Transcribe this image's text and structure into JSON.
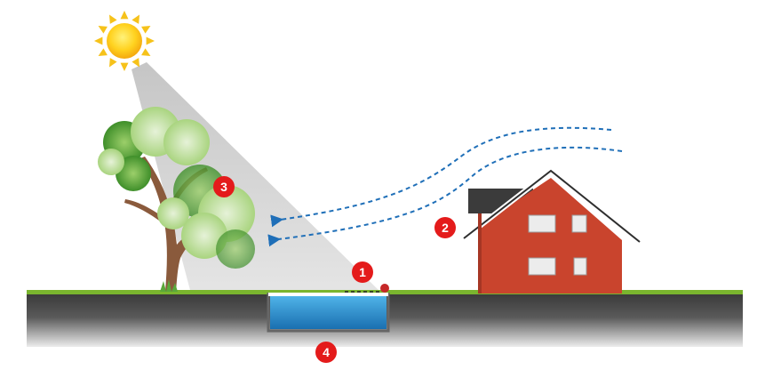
{
  "colors": {
    "sky": "#ffffff",
    "grass": "#7ab52e",
    "ground_top": "#3a3a3a",
    "ground_bottom": "#e6e6e6",
    "water_top": "#4fb3e8",
    "water_bottom": "#1a6fb0",
    "sun": "#ffd21f",
    "sun_ray": "#f6c21a",
    "light_beam": "#d9d9d9",
    "wind": "#1f6fb8",
    "house_wall": "#c9442d",
    "house_roof_dark": "#3b3b3b",
    "window": "#cfcfcf",
    "badge": "#e41b1b",
    "trunk": "#8a5a3c",
    "foliage_light": "#c7e3a8",
    "foliage_dark": "#5aa83a"
  },
  "markers": [
    {
      "label": "1",
      "target": "pool-edge-sensor"
    },
    {
      "label": "2",
      "target": "wind"
    },
    {
      "label": "3",
      "target": "tree-shade"
    },
    {
      "label": "4",
      "target": "pool-ground"
    }
  ],
  "icons": {
    "sun": "sun-icon",
    "tree": "tree-icon",
    "house": "house-icon",
    "pool": "pool-icon"
  }
}
